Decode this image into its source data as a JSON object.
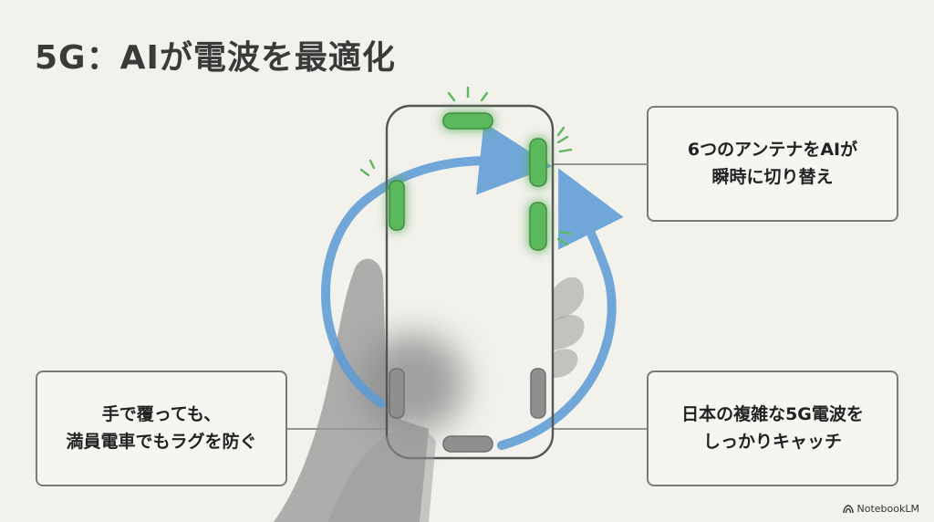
{
  "title": "5G：AIが電波を最適化",
  "callouts": {
    "top_right": {
      "line1": "6つのアンテナをAIが",
      "line2": "瞬時に切り替え"
    },
    "bottom_left": {
      "line1": "手で覆っても、",
      "line2": "満員電車でもラグを防ぐ"
    },
    "bottom_right": {
      "line1": "日本の複雑な5G電波を",
      "line2": "しっかりキャッチ"
    }
  },
  "brand": "NotebookLM",
  "colors": {
    "active_antenna": "#5cb85c",
    "inactive_antenna": "#8f8f8f",
    "arrow": "#5b9bd5",
    "hand": "#9a9a9a"
  },
  "antennas": [
    {
      "position": "top",
      "state": "active"
    },
    {
      "position": "left-upper",
      "state": "active"
    },
    {
      "position": "right-upper",
      "state": "active"
    },
    {
      "position": "right-middle",
      "state": "active"
    },
    {
      "position": "left-lower",
      "state": "inactive"
    },
    {
      "position": "right-lower",
      "state": "inactive"
    },
    {
      "position": "bottom",
      "state": "inactive"
    }
  ]
}
